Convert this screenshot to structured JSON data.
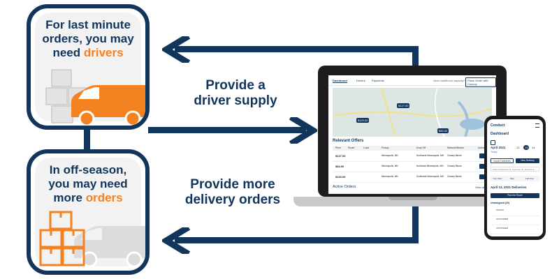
{
  "callouts": {
    "top_box": {
      "line1": "For last minute",
      "line2": "orders, you may",
      "line3_prefix": "need ",
      "line3_highlight": "drivers"
    },
    "bottom_box": {
      "line1": "In off-season,",
      "line2": "you may need",
      "line3_prefix": "more ",
      "line3_highlight": "orders"
    },
    "top_arrow_text": {
      "line1": "Provide a",
      "line2": "driver supply"
    },
    "bottom_arrow_text": {
      "line1": "Provide more",
      "line2": "delivery orders"
    }
  },
  "laptop": {
    "tabs": [
      "Dashboard",
      "Drivers",
      "Payments"
    ],
    "top_right_text": "Need additional capacity?",
    "top_right_button": "Place Order with Convoy",
    "map_pins": [
      "$127.00",
      "$120.00",
      "$85.00"
    ],
    "offers_title": "Relevant Offers",
    "columns": [
      "Price",
      "Route",
      "Load",
      "Pickup",
      "Drop Off",
      "Network/Broker",
      "Actions"
    ],
    "offers": [
      {
        "price": "$127.00",
        "pickup": "Minneapolis, MN",
        "drop": "Northwest Minneapolis, MN",
        "broker": "Chasey Blume"
      },
      {
        "price": "$84.00",
        "pickup": "Minneapolis, MN",
        "drop": "Northeast Minneapolis, MN",
        "broker": "Chasey Blume"
      },
      {
        "price": "$120.00",
        "pickup": "Minneapolis, MN",
        "drop": "Southeast Minneapolis, MN",
        "broker": "Chasey Blume"
      }
    ],
    "active_orders_title": "Active Orders",
    "view_all": "View all"
  },
  "phone": {
    "logo": "Conduct",
    "title": "Dashboard",
    "date": "April 2021",
    "today": "Today",
    "week_days": [
      "12",
      "13",
      "14"
    ],
    "btn_import": "Import Deliveries",
    "btn_new": "New Delivery",
    "search_placeholder": "Search deliveries by customer ID, address &...",
    "segments": [
      "Your View",
      "Map",
      "Full View"
    ],
    "deliveries_title": "April 13, 2021 Deliveries",
    "plan_button": "Plan the Route",
    "group": "Unassigned (20)",
    "items": [
      "PICKUP",
      "CUSTOMER",
      "CUSTOMER"
    ]
  },
  "colors": {
    "navy": "#12355b",
    "orange": "#f58220",
    "light_gray": "#f2f2f2"
  }
}
